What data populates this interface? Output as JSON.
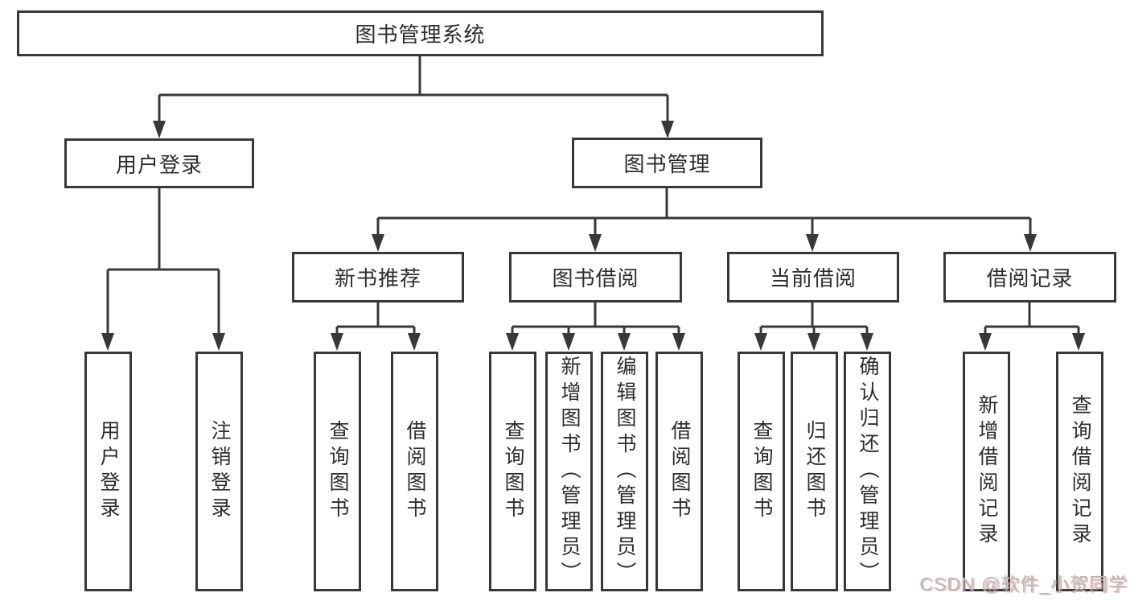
{
  "diagram": {
    "root": {
      "label": "图书管理系统"
    },
    "branches": [
      {
        "label": "用户登录",
        "children": [
          {
            "label": "用户登录"
          },
          {
            "label": "注销登录"
          }
        ]
      },
      {
        "label": "图书管理",
        "children": [
          {
            "label": "新书推荐",
            "children": [
              {
                "label": "查询图书"
              },
              {
                "label": "借阅图书"
              }
            ]
          },
          {
            "label": "图书借阅",
            "children": [
              {
                "label": "查询图书"
              },
              {
                "label": "新增图书（管理员）"
              },
              {
                "label": "编辑图书（管理员）"
              },
              {
                "label": "借阅图书"
              }
            ]
          },
          {
            "label": "当前借阅",
            "children": [
              {
                "label": "查询图书"
              },
              {
                "label": "归还图书"
              },
              {
                "label": "确认归还（管理员）"
              }
            ]
          },
          {
            "label": "借阅记录",
            "children": [
              {
                "label": "新增借阅记录"
              },
              {
                "label": "查询借阅记录"
              }
            ]
          }
        ]
      }
    ]
  },
  "watermark": {
    "text": "CSDN @软件_小贺同学"
  },
  "colors": {
    "line": "#383838",
    "text": "#2d2d2d",
    "background": "#ffffff",
    "watermark_gray": "#b9b9b9"
  }
}
